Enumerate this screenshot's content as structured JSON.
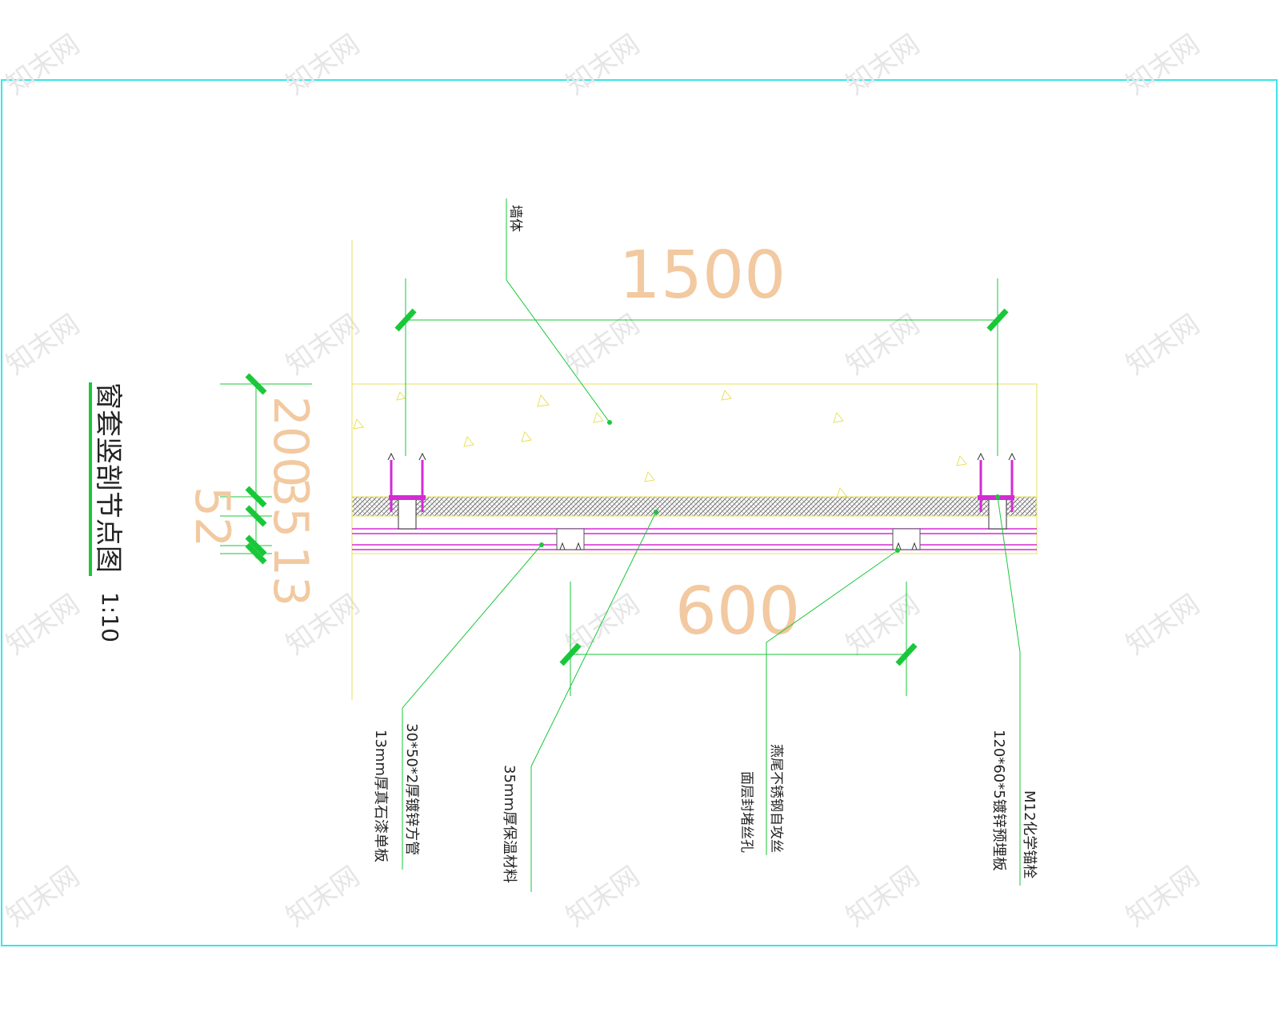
{
  "title": "窗套竖剖节点图",
  "scale": "1:10",
  "watermark": "知末网",
  "dimensions": {
    "top_span": "1500",
    "bottom_span": "600",
    "left_dims": [
      "200",
      "35",
      "13",
      "52"
    ]
  },
  "labels": {
    "wall": "墙体",
    "insulation": "35mm厚保温材料",
    "steel_tube": "30*50*2厚镀锌方管",
    "stone_panel": "13mm厚真石漆单板",
    "screw": "燕尾不锈钢自攻丝",
    "seal": "面层封堵丝孔",
    "anchor": "M12化学锚栓",
    "plate": "120*60*5镀锌预埋板"
  },
  "colors": {
    "frame": "#38e6e6",
    "leader": "#19c83a",
    "dim_text": "#f2c9a0",
    "outline": "#e8e05a",
    "magenta": "#d42bd4",
    "hatch": "#7a7a7a",
    "text": "#222222"
  }
}
